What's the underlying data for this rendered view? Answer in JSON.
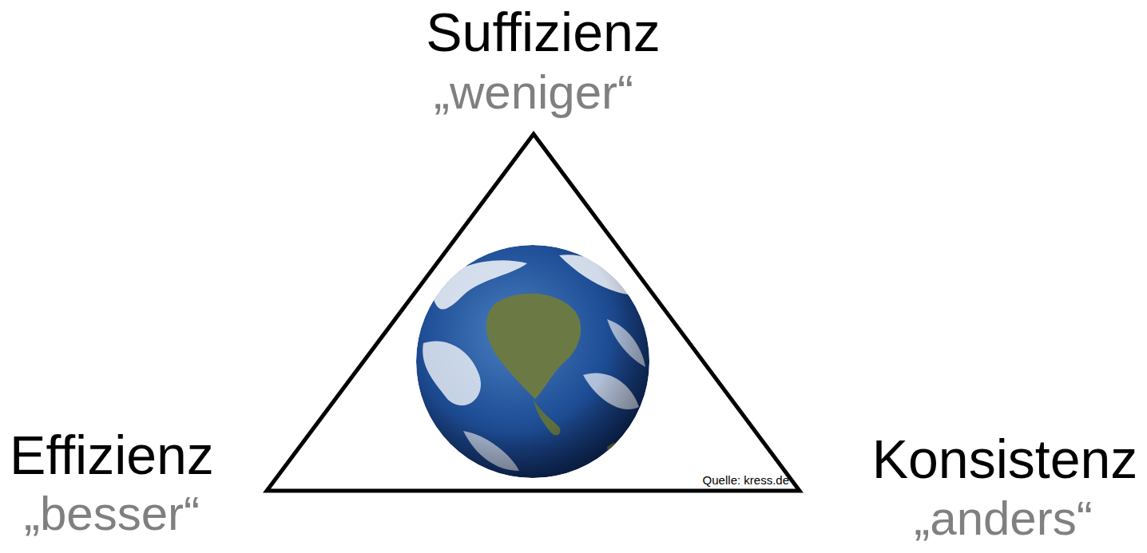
{
  "diagram": {
    "labels": [
      "Suffizienz",
      "„weniger“",
      "Effizienz",
      "„besser“",
      "Konsistenz",
      "„anders“",
      "Quelle: kress.de"
    ]
  }
}
